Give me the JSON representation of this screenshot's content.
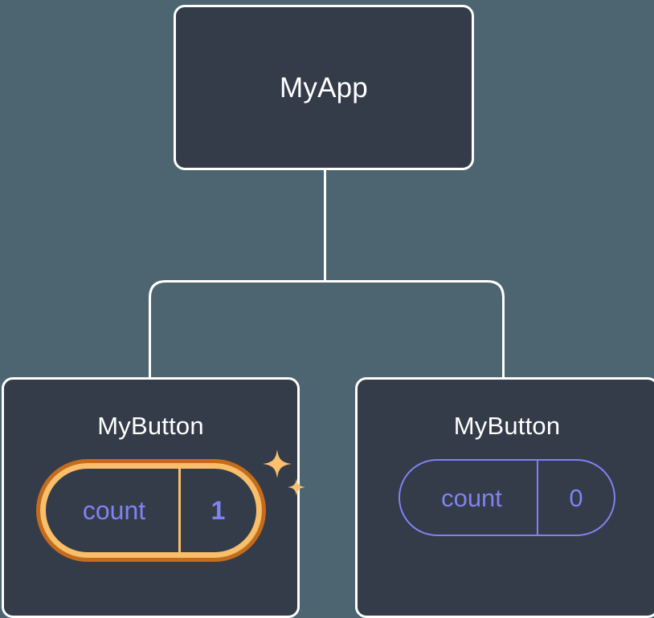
{
  "diagram": {
    "title": "React component tree with state",
    "type": "component-tree",
    "background_color": "#4c6570",
    "node_fill_color": "#343b49",
    "node_border_color": "#ffffff",
    "connector_color": "#ffffff",
    "state_text_color": "#7f83f0",
    "highlight_outer_color": "#c46c1c",
    "highlight_inner_color": "#f9be69",
    "sparkle_color": "#fbbf6e"
  },
  "root": {
    "label": "MyApp"
  },
  "children": [
    {
      "label": "MyButton",
      "state": {
        "key": "count",
        "value": "1"
      },
      "highlighted": true
    },
    {
      "label": "MyButton",
      "state": {
        "key": "count",
        "value": "0"
      },
      "highlighted": false
    }
  ]
}
